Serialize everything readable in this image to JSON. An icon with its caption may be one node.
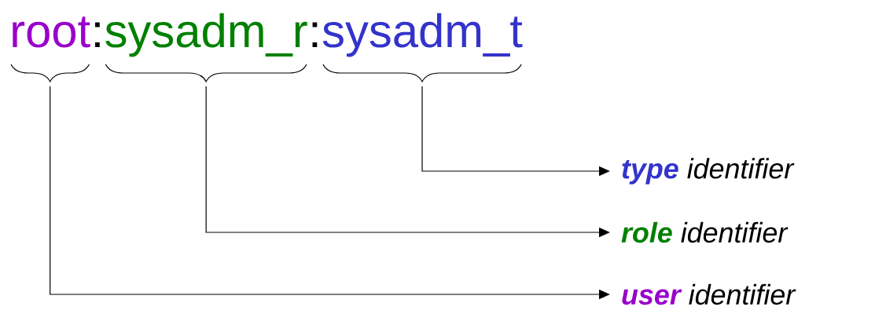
{
  "diagram": {
    "nodes": [
      {
        "text": [
          "root"
        ]
      },
      {
        "text": [
          "sysadm_r"
        ]
      },
      {
        "text": [
          "sysadm_t"
        ]
      },
      {
        "text": [
          "type",
          "identifier"
        ]
      },
      {
        "text": [
          "role",
          "identifier"
        ]
      },
      {
        "text": [
          "user",
          "identifier"
        ]
      }
    ],
    "edges": [
      {
        "from": 2,
        "to": 3,
        "arrow": "to"
      },
      {
        "from": 1,
        "to": 4,
        "arrow": "to"
      },
      {
        "from": 0,
        "to": 5,
        "arrow": "to"
      }
    ],
    "labels": [
      ":",
      ":"
    ]
  }
}
